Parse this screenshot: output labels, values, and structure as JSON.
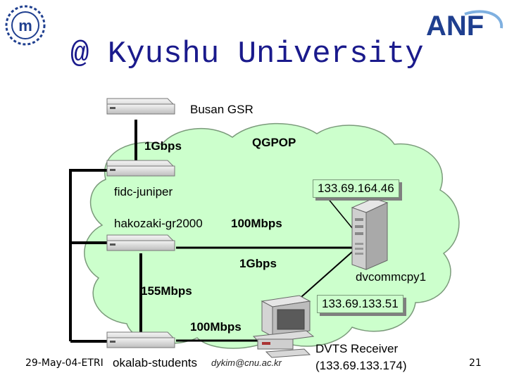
{
  "title": "@ Kyushu University",
  "labels": {
    "busan_gsr": "Busan GSR",
    "qgpop": "QGPOP",
    "link_1gbps_top": "1Gbps",
    "fidc_juniper": "fidc-juniper",
    "hakozaki": "hakozaki-gr2000",
    "link_100mbps_mid": "100Mbps",
    "link_1gbps_mid": "1Gbps",
    "link_155mbps": "155Mbps",
    "link_100mbps_bottom": "100Mbps",
    "okalab": "okalab-students",
    "dvcommcpy1": "dvcommcpy1",
    "dvts_line1": "DVTS Receiver",
    "dvts_line2": "(133.69.133.174)",
    "email": "dykim@cnu.ac.kr"
  },
  "callouts": {
    "ip_server": "133.69.164.46",
    "ip_pc": "133.69.133.51"
  },
  "footer": {
    "date": "29-May-04-ETRI",
    "page": "21"
  },
  "logos": {
    "left_logo_letters": "m",
    "right_logo": "ANF"
  },
  "colors": {
    "cloud_fill": "#ccffcc",
    "title_color": "#1a1a8c",
    "anf_blue": "#1f3f8f"
  }
}
